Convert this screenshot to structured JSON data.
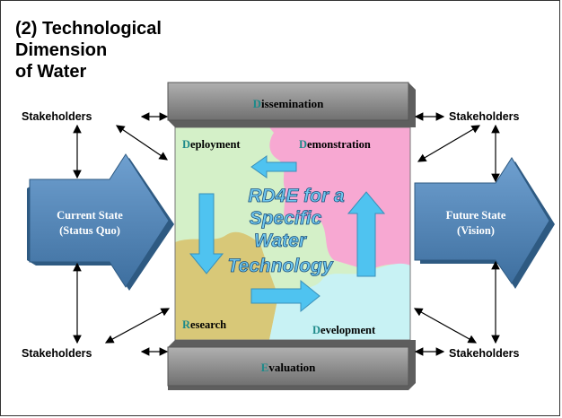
{
  "title": [
    "(2) Technological",
    "Dimension",
    "of Water"
  ],
  "stakeholders_label": "Stakeholders",
  "left_arrow": [
    "Current State",
    "(Status Quo)"
  ],
  "right_arrow": [
    "Future State",
    "(Vision)"
  ],
  "top_bar": {
    "initial": "D",
    "rest": "issemination"
  },
  "bottom_bar": {
    "initial": "E",
    "rest": "valuation"
  },
  "quadrants": {
    "deployment": {
      "initial": "D",
      "rest": "eployment"
    },
    "demonstration": {
      "initial": "D",
      "rest": "emonstration"
    },
    "research": {
      "initial": "R",
      "rest": "esearch"
    },
    "development": {
      "initial": "D",
      "rest": "evelopment"
    }
  },
  "center_text": [
    "RD4E for a",
    "Specific",
    "Water",
    "Technology"
  ],
  "colors": {
    "deployment": "#d4f0c8",
    "demonstration": "#f7a8d2",
    "research": "#d8c878",
    "development": "#c8f2f4",
    "blue_arrow": "#5b8dbd",
    "cyan_arrow": "#4fc3f0",
    "bar": "#8c8c8c",
    "initial_letter": "#1e8a8a"
  }
}
